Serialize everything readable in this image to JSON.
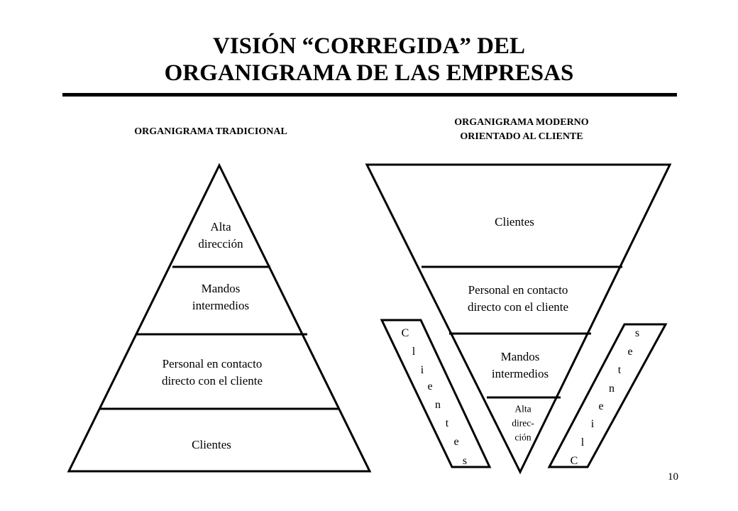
{
  "title": {
    "line1": "VISIÓN “CORREGIDA” DEL",
    "line2": "ORGANIGRAMA DE LAS EMPRESAS"
  },
  "traditional": {
    "heading": "ORGANIGRAMA TRADICIONAL",
    "levels": [
      {
        "lines": [
          "Alta",
          "dirección"
        ]
      },
      {
        "lines": [
          "Mandos",
          "intermedios"
        ]
      },
      {
        "lines": [
          "Personal en contacto",
          "directo con el cliente"
        ]
      },
      {
        "lines": [
          "Clientes"
        ]
      }
    ]
  },
  "modern": {
    "heading_line1": "ORGANIGRAMA MODERNO",
    "heading_line2": "ORIENTADO AL CLIENTE",
    "levels": [
      {
        "lines": [
          "Clientes"
        ]
      },
      {
        "lines": [
          "Personal en contacto",
          "directo con el cliente"
        ]
      },
      {
        "lines": [
          "Mandos",
          "intermedios"
        ]
      },
      {
        "lines": [
          "Alta",
          "direc-",
          "ción"
        ]
      }
    ],
    "left_side_label": "Clientes",
    "right_side_label": "Clientes"
  },
  "page_number": "10"
}
